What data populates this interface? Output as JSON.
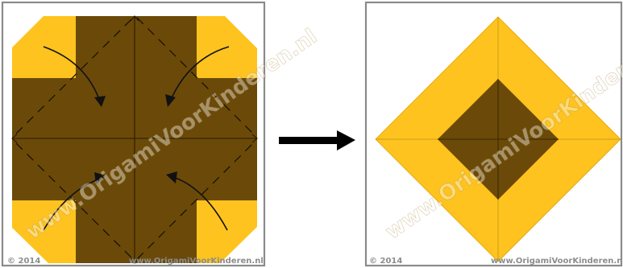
{
  "left_panel": {
    "copyright": "© 2014",
    "site": "www.OrigamiVoorKinderen.nl",
    "watermark": "www.OrigamiVoorKinderen.nl"
  },
  "right_panel": {
    "copyright": "© 2014",
    "site": "www.OrigamiVoorKinderen.nl",
    "watermark": "www.OrigamiVoorKinderen.nl"
  },
  "colors": {
    "paper_front": "#6b4a09",
    "paper_back": "#fec31e",
    "frame": "#8a8a8a",
    "arrow": "#111111"
  }
}
